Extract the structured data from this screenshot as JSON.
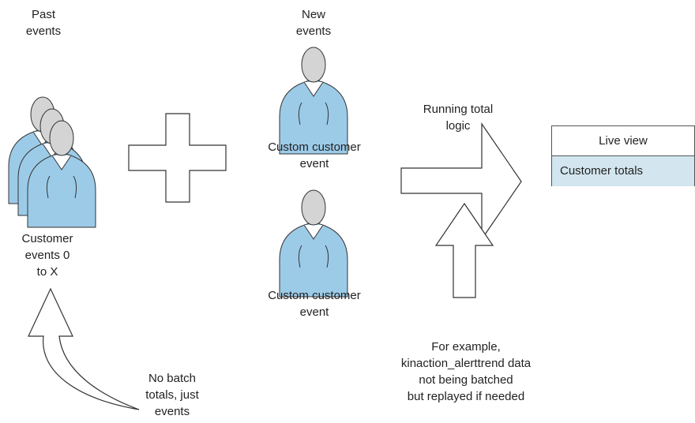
{
  "past_events": {
    "label_lines": [
      "Past",
      "events"
    ]
  },
  "new_events": {
    "label_lines": [
      "New",
      "events"
    ]
  },
  "customer_events_label": {
    "lines": [
      "Customer",
      "events 0",
      "to X"
    ]
  },
  "custom_event_1": {
    "lines": [
      "Custom customer",
      "event"
    ]
  },
  "custom_event_2": {
    "lines": [
      "Custom customer",
      "event"
    ]
  },
  "running_total": {
    "lines": [
      "Running total",
      "logic"
    ]
  },
  "live_view": {
    "header": "Live view",
    "row": "Customer totals"
  },
  "no_batch_note": {
    "lines": [
      "No batch",
      "totals, just",
      "events"
    ]
  },
  "example_note": {
    "lines": [
      "For example,",
      "kinaction_alerttrend data",
      "not being batched",
      "but replayed if needed"
    ]
  },
  "colors": {
    "person_body": "#9ccbe8",
    "person_head": "#d4d4d4",
    "outline": "#333333",
    "table_row": "#d3e6ef"
  },
  "icons": [
    "person-icon",
    "plus-icon",
    "right-arrow-icon",
    "up-arrow-icon",
    "curved-up-arrow-icon"
  ]
}
